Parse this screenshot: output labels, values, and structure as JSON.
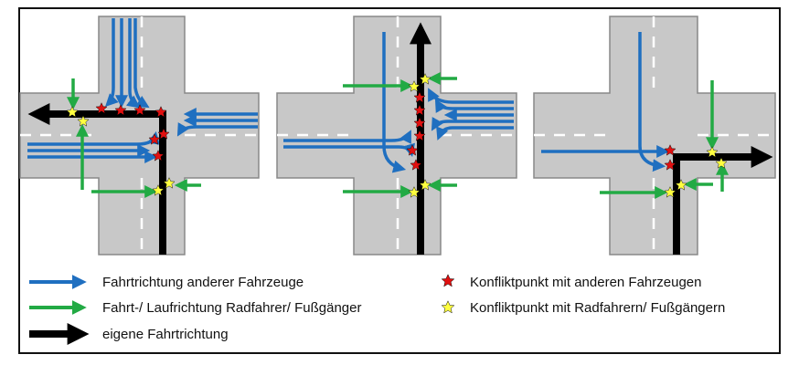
{
  "legend": {
    "other_vehicles": "Fahrtrichtung anderer Fahrzeuge",
    "cyclists": "Fahrt-/ Laufrichtung Radfahrer/ Fußgänger",
    "own_direction": "eigene Fahrtrichtung",
    "conflict_vehicles": "Konfliktpunkt mit anderen Fahrzeugen",
    "conflict_cyclists": "Konfliktpunkt mit Radfahrern/ Fußgängern"
  },
  "colors": {
    "road": "#c8c8c8",
    "road_border": "#888888",
    "lane_marking": "#ffffff",
    "blue_arrow": "#1f6fc0",
    "green_arrow": "#22aa44",
    "black_arrow": "#000000",
    "red_star": "#e01010",
    "yellow_star": "#ffff40"
  },
  "panels": [
    {
      "own_maneuver": "left-turn"
    },
    {
      "own_maneuver": "straight"
    },
    {
      "own_maneuver": "right-turn"
    }
  ]
}
